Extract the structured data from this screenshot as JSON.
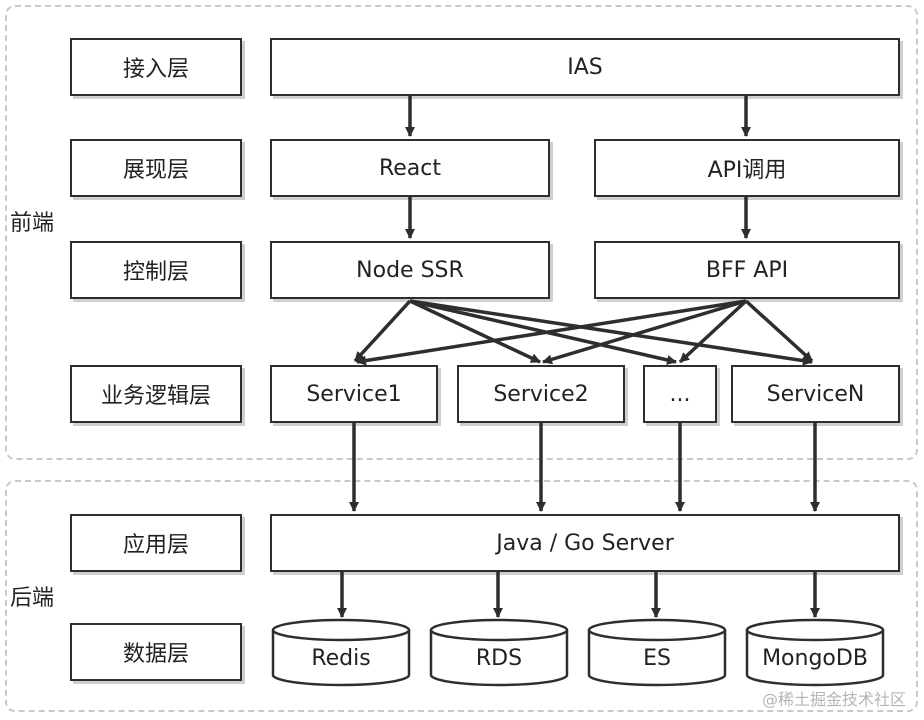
{
  "groups": {
    "frontend": "前端",
    "backend": "后端"
  },
  "layers": [
    "接入层",
    "展现层",
    "控制层",
    "业务逻辑层",
    "应用层",
    "数据层"
  ],
  "nodes": {
    "ias": "IAS",
    "react": "React",
    "api_call": "API调用",
    "node_ssr": "Node SSR",
    "bff_api": "BFF API",
    "service1": "Service1",
    "service2": "Service2",
    "ellipsis": "...",
    "serviceN": "ServiceN",
    "app_server": "Java / Go Server"
  },
  "databases": [
    "Redis",
    "RDS",
    "ES",
    "MongoDB"
  ],
  "watermark": "@稀土掘金技术社区",
  "colors": {
    "stroke": "#2e2e2e",
    "dashed": "#c9c9c9",
    "shadow": "#cfcfcf"
  }
}
